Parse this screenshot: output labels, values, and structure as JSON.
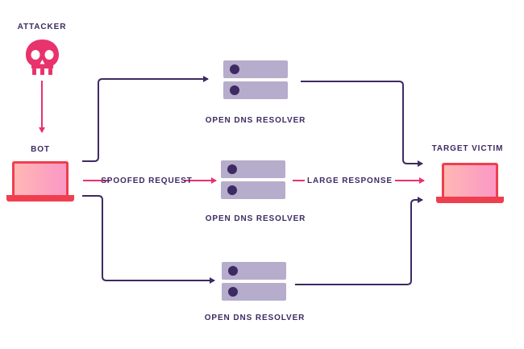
{
  "labels": {
    "attacker": "ATTACKER",
    "bot": "BOT",
    "target": "TARGET VICTIM",
    "spoofed": "SPOOFED REQUEST",
    "large": "LARGE RESPONSE"
  },
  "resolvers": [
    {
      "label": "OPEN DNS RESOLVER"
    },
    {
      "label": "OPEN DNS RESOLVER"
    },
    {
      "label": "OPEN DNS RESOLVER"
    }
  ],
  "icons": {
    "attacker": "skull-icon",
    "bot": "laptop-icon",
    "target": "laptop-icon",
    "resolver": "server-icon"
  },
  "colors": {
    "navy": "#3d2a63",
    "pink": "#e8336d",
    "red": "#ef3f4f",
    "server": "#b6accb"
  }
}
